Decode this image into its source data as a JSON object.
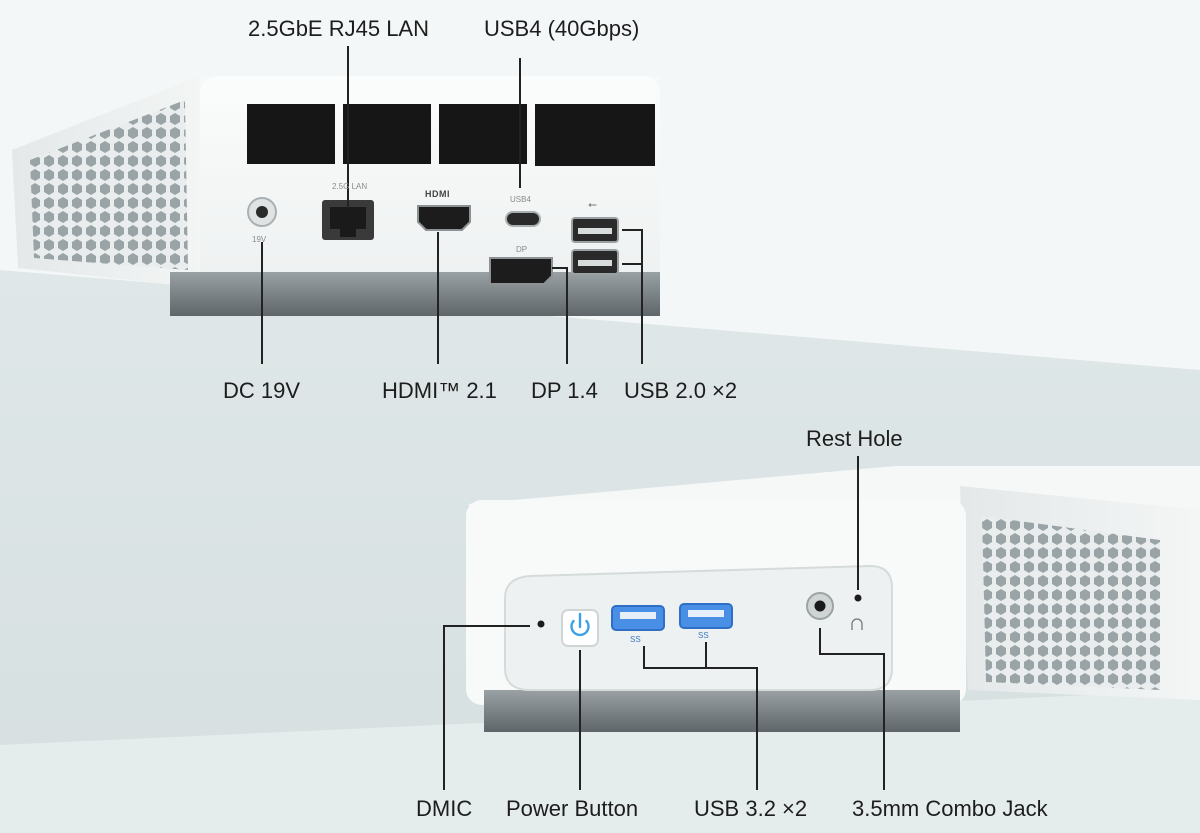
{
  "top_unit": {
    "callouts": {
      "lan": "2.5GbE RJ45 LAN",
      "usb4": "USB4 (40Gbps)",
      "dc": "DC 19V",
      "hdmi": "HDMI™ 2.1",
      "dp": "DP 1.4",
      "usb2": "USB 2.0 ×2"
    },
    "port_markings": {
      "dc": "19V",
      "lan": "2.5G LAN",
      "hdmi": "HDMI",
      "usb4": "USB4",
      "dp": "DP"
    }
  },
  "bottom_unit": {
    "callouts": {
      "reset": "Rest Hole",
      "dmic": "DMIC",
      "power": "Power Button",
      "usb3": "USB 3.2 ×2",
      "audio": "3.5mm Combo Jack"
    },
    "port_markings": {
      "usb3_a": "SS",
      "usb3_b": "SS"
    }
  },
  "colors": {
    "chassis": "#f4f6f6",
    "vent": "#161616",
    "usb3_blue": "#4a8fe6",
    "power_icon": "#3aa0e8",
    "leader_line": "#222222",
    "label_text": "#1d1d1d"
  },
  "icons": [
    "usb-icon",
    "power-icon",
    "headphone-icon",
    "hdmi-logo-icon"
  ]
}
